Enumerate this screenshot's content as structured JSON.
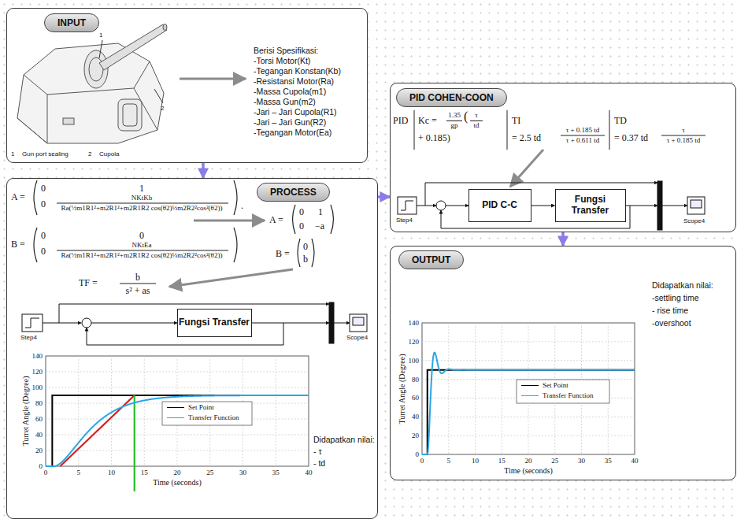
{
  "diagram": {
    "nodes": [
      {
        "text": [
          "INPUT"
        ]
      },
      {
        "text": [
          "PROCESS"
        ]
      },
      {
        "text": [
          "PID COHEN-COON"
        ]
      },
      {
        "text": [
          "OUTPUT"
        ]
      },
      {
        "text": [
          "Fungsi Transfer"
        ],
        "in": 1
      },
      {
        "text": [
          "PID C-C"
        ],
        "in": 2
      },
      {
        "text": [
          "Fungsi Transfer"
        ],
        "in": 2
      }
    ],
    "edges": [
      {
        "from": 0,
        "to": 1,
        "arrow": "to"
      },
      {
        "from": 1,
        "to": 2,
        "arrow": "to"
      },
      {
        "from": 2,
        "to": 3,
        "arrow": "to"
      },
      {
        "from": 5,
        "to": 6,
        "arrow": "to"
      }
    ],
    "labels": [
      "1",
      "2",
      "1",
      "Gun port sealing",
      "2",
      "Cupola",
      "Berisi Spesifikasi:",
      "-Torsi Motor(Kt)",
      "-Tegangan Konstan(Kb)",
      "-Resistansi Motor(Ra)",
      "-Massa Cupola(m1)",
      "-Massa Gun(m2)",
      "-Jari – Jari Cupola(R1)",
      "-Jari – Jari Gun(R2)",
      "-Tegangan Motor(Ea)",
      "A =",
      "0",
      "1",
      "0",
      "NKtKb",
      "Ra(½m1R1²+m2R1²+m2R1R2 cos(θ2)⅓m2R2²cos²(θ2))",
      ".",
      "B =",
      "0",
      "0",
      "0",
      "NKtEa",
      "Ra(½m1R1²+m2R1²+m2R1R2 cos(θ2)⅓m2R2²cos²(θ2))",
      "A =",
      "0",
      "1",
      "0",
      "−a",
      "B =",
      "0",
      "b",
      "TF =",
      "b",
      "s² + as",
      "Step4",
      "Scope4",
      "140",
      "120",
      "100",
      "80",
      "60",
      "40",
      "20",
      "0",
      "0",
      "5",
      "10",
      "15",
      "20",
      "25",
      "30",
      "35",
      "40",
      "Time (seconds)",
      "Turret Angle (Degree)",
      "Didapatkan nilai:",
      "- τ",
      "- td",
      "PID",
      "Kc =",
      "1.35",
      "gp",
      "(",
      "τ",
      "td",
      "+ 0.185)",
      "TI",
      "= 2.5 td",
      "τ + 0.185 td",
      "τ + 0.611 td",
      "TD",
      "= 0.37 td",
      "τ",
      "τ + 0.185 td",
      "Step4",
      "Scope4",
      "140",
      "120",
      "100",
      "80",
      "60",
      "40",
      "20",
      "0",
      "0",
      "5",
      "10",
      "15",
      "20",
      "25",
      "30",
      "35",
      "40",
      "Time (seconds)",
      "Turret Angle (Degree)",
      "Didapatkan nilai:",
      "-settling time",
      "- rise time",
      "-overshoot"
    ],
    "legend": [
      {
        "text": "Set Point"
      },
      {
        "text": "Transfer Function"
      },
      {
        "text": "Set Point"
      },
      {
        "text": "Transfer Function"
      }
    ]
  }
}
